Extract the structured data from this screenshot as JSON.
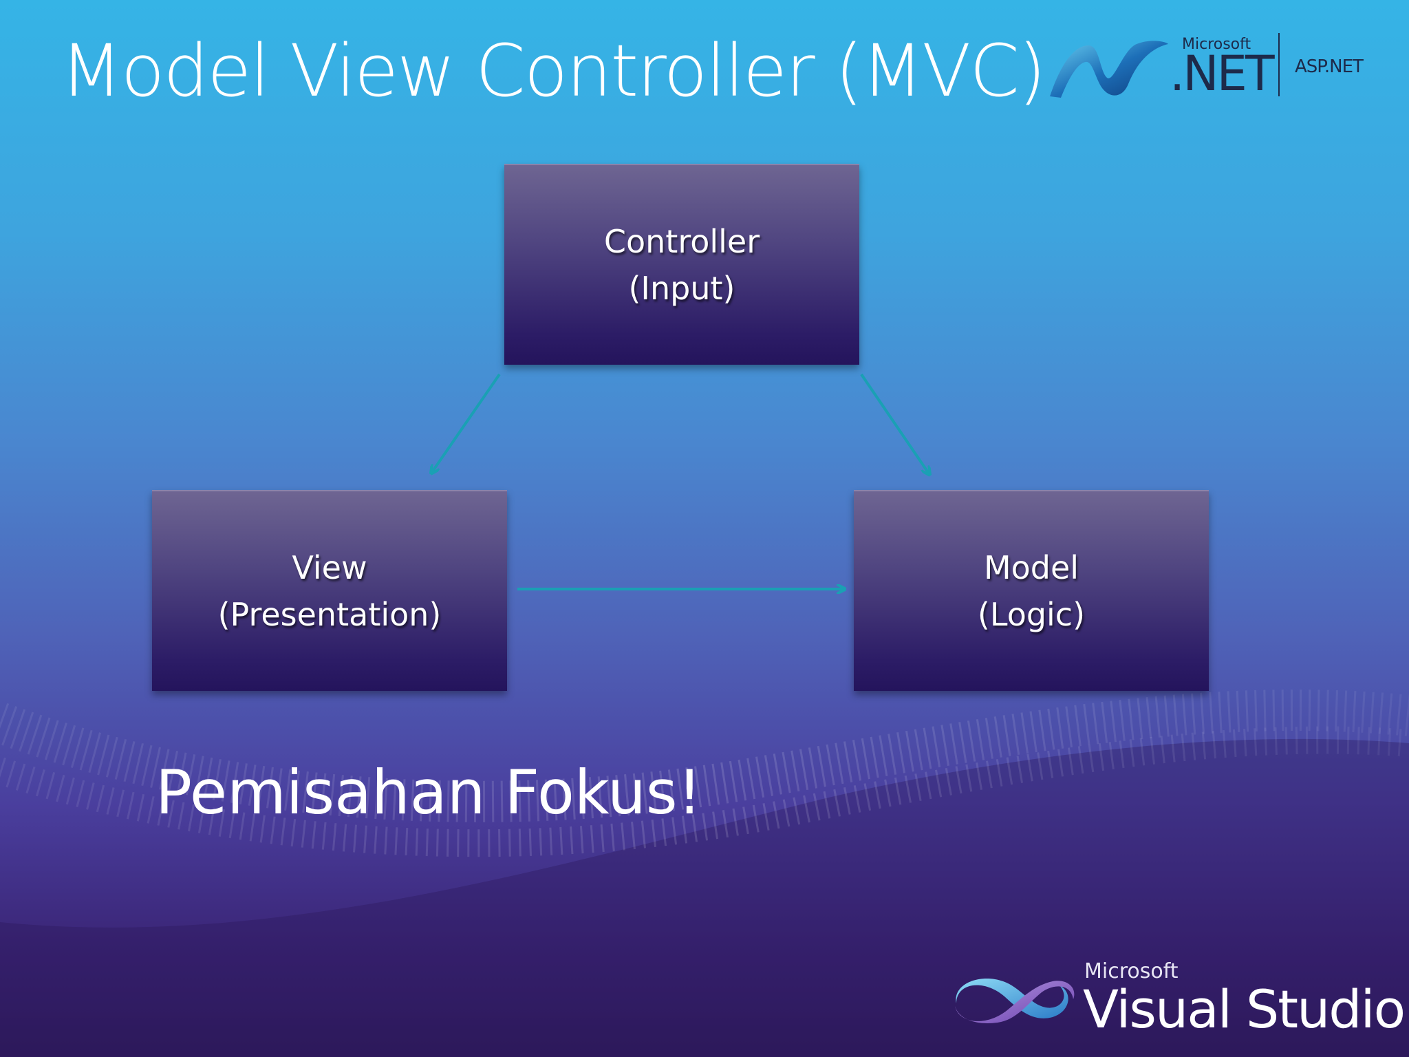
{
  "slide": {
    "title": "Model View Controller (MVC)",
    "tagline": "Pemisahan Fokus!"
  },
  "logos": {
    "net_microsoft": "Microsoft",
    "net_label": ".NET",
    "aspnet_label": "ASP.NET",
    "vs_microsoft": "Microsoft",
    "vs_label": "Visual Studio"
  },
  "diagram": {
    "controller": {
      "name": "Controller",
      "role": "(Input)"
    },
    "view": {
      "name": "View",
      "role": "(Presentation)"
    },
    "model": {
      "name": "Model",
      "role": "(Logic)"
    }
  },
  "colors": {
    "box_top": "#6e6592",
    "box_bottom": "#24145c",
    "arrow": "#1aa0b4",
    "title": "#ffffff"
  },
  "icons": [
    "net-logo-icon",
    "visual-studio-infinity-icon"
  ]
}
